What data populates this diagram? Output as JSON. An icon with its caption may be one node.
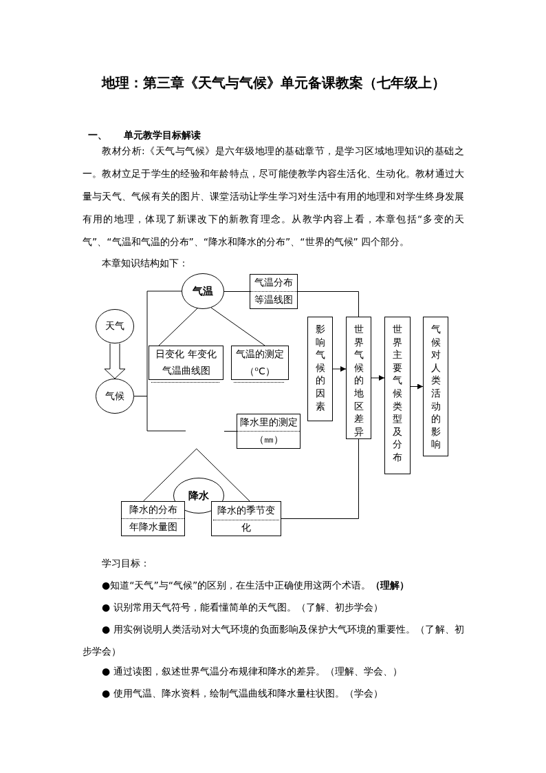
{
  "diagram": {
    "title": "地理：第三章《天气与气候》单元备课教案（七年级上）",
    "nodes": [
      {
        "text": [
          "天气"
        ]
      },
      {
        "text": [
          "气候"
        ]
      },
      {
        "text": [
          "气温"
        ]
      },
      {
        "text": [
          "气温分布",
          "等温线图"
        ]
      },
      {
        "text": [
          "日变化 年变化",
          "气温曲线图"
        ]
      },
      {
        "text": [
          "气温的测定（⁰C）"
        ]
      },
      {
        "text": [
          "降水里的测定",
          "（㎜）"
        ]
      },
      {
        "text": [
          "降水"
        ]
      },
      {
        "text": [
          "降水的分布",
          "年降水量图"
        ]
      },
      {
        "text": [
          "降水的季节变化"
        ]
      },
      {
        "text": [
          "影响气候的因素"
        ]
      },
      {
        "text": [
          "世界气候的地区差异"
        ]
      },
      {
        "text": [
          "世界主要气候类型及分布"
        ]
      },
      {
        "text": [
          "气候对人类活动的影响"
        ]
      }
    ],
    "edges": [
      {
        "from": 0,
        "to": 1,
        "arrow": "to"
      },
      {
        "from": 1,
        "to": 2,
        "arrow": "none"
      },
      {
        "from": 1,
        "to": null,
        "arrow": "none"
      },
      {
        "from": null,
        "to": 6,
        "arrow": "none"
      },
      {
        "from": 2,
        "to": 3,
        "arrow": "none"
      },
      {
        "from": 2,
        "to": 4,
        "arrow": "none"
      },
      {
        "from": 2,
        "to": 5,
        "arrow": "none"
      },
      {
        "from": 3,
        "to": 11,
        "arrow": "none"
      },
      {
        "from": 8,
        "to": 9,
        "arrow": "none"
      },
      {
        "from": 9,
        "to": 11,
        "arrow": "none"
      },
      {
        "from": 10,
        "to": 11,
        "arrow": "to"
      },
      {
        "from": 11,
        "to": 12,
        "arrow": "to"
      },
      {
        "from": 12,
        "to": 13,
        "arrow": "to"
      }
    ],
    "labels": [
      "一、",
      "单元教学目标解读",
      "教材分析:《天气与气候》是六年级地理的基础章节，是学习区域地理知识的基础之一。教材立足于学生的经验和年龄特点，尽可能使教学内容生活化、生动化。教材通过大量与天气、气候有关的图片、课堂活动让学生学习对生活中有用的地理和对学生终身发展有用的地理，体现了新课改下的新教育理念。从教学内容上看，本章包括“多变的天气”、“气温和气温的分布”、“降水和降水的分布”、“世界的气候” 四个部分。",
      "本章知识结构如下：",
      "学习目标：",
      "●知道“天气”与“气候”的区别，在生活中正确使用这两个术语。**（理解）**",
      "● 识别常用天气符号，能看懂简单的天气图。（了解、初步学会）",
      "● 用实例说明人类活动对大气环境的负面影响及保护大气环境的重要性。（了解、初步学会）",
      "● 通过读图，叙述世界气温分布规律和降水的差异。（理解、学会、）",
      "● 使用气温、降水资料，绘制气温曲线和降水量柱状图。（学会）"
    ]
  }
}
